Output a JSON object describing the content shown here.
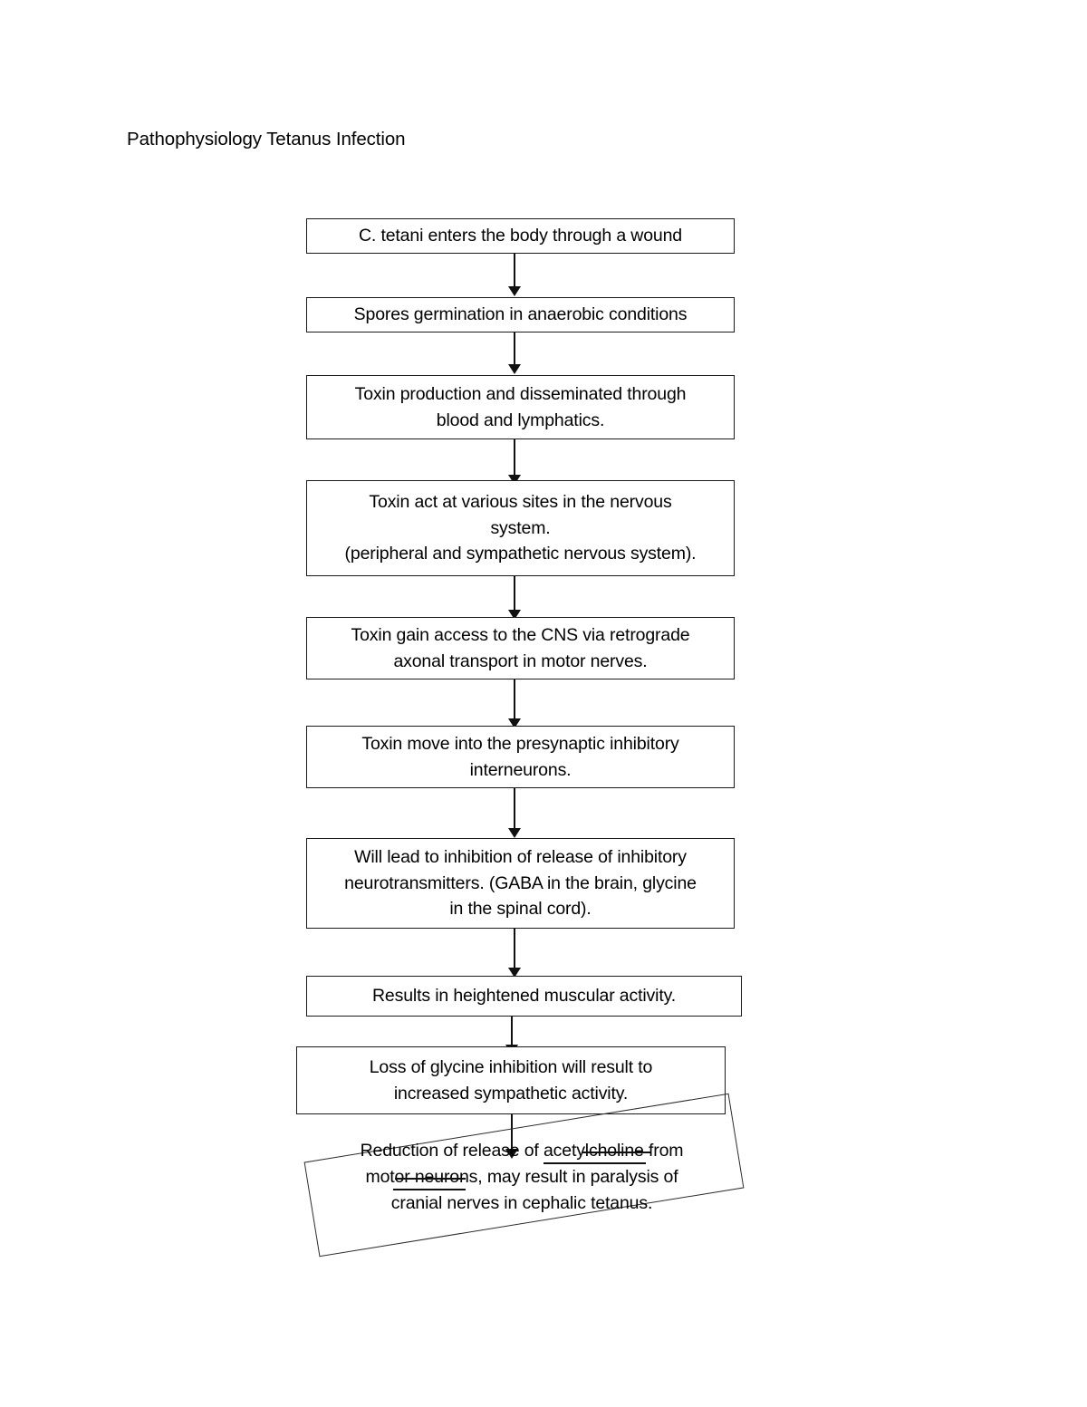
{
  "document": {
    "title": "Pathophysiology Tetanus Infection"
  },
  "chart_data": {
    "type": "flowchart",
    "title": "Pathophysiology Tetanus Infection",
    "orientation": "top-to-bottom",
    "node_count": 10,
    "connector_count": 9,
    "nodes": [
      {
        "id": "n1",
        "label": "C. tetani enters the body through a wound"
      },
      {
        "id": "n2",
        "label": "Spores germination in anaerobic conditions"
      },
      {
        "id": "n3",
        "label": "Toxin production and disseminated through\nblood and lymphatics."
      },
      {
        "id": "n4",
        "label": "Toxin act at various sites in the nervous\nsystem.\n(peripheral and sympathetic nervous system)."
      },
      {
        "id": "n5",
        "label": "Toxin gain access to the CNS via retrograde\naxonal transport in motor nerves."
      },
      {
        "id": "n6",
        "label": "Toxin move into the presynaptic inhibitory\ninterneurons."
      },
      {
        "id": "n7",
        "label": "Will lead to inhibition of release of inhibitory\nneurotransmitters. (GABA in the brain, glycine\nin the spinal cord)."
      },
      {
        "id": "n8",
        "label": "Results in heightened muscular activity."
      },
      {
        "id": "n9",
        "label": "Loss of glycine inhibition will result to\nincreased sympathetic activity."
      },
      {
        "id": "n10",
        "label": "Reduction of release of acetylcholine from\nmotor neurons, may result in paralysis of\ncranial nerves in cephalic tetanus."
      }
    ],
    "edges": [
      {
        "from": "n1",
        "to": "n2",
        "style": "arrow"
      },
      {
        "from": "n2",
        "to": "n3",
        "style": "arrow"
      },
      {
        "from": "n3",
        "to": "n4",
        "style": "arrow"
      },
      {
        "from": "n4",
        "to": "n5",
        "style": "arrow"
      },
      {
        "from": "n5",
        "to": "n6",
        "style": "arrow"
      },
      {
        "from": "n6",
        "to": "n7",
        "style": "arrow"
      },
      {
        "from": "n7",
        "to": "n8",
        "style": "arrow"
      },
      {
        "from": "n8",
        "to": "n9",
        "style": "arrow"
      },
      {
        "from": "n9",
        "to": "n10",
        "style": "arrow"
      }
    ],
    "notes": {
      "last_node_rotated": true,
      "last_node_rotation_deg": -9,
      "spellcheck_underlined_words": [
        "acetylcholine",
        "neurons"
      ]
    },
    "colors": {
      "background": "#ffffff",
      "box_border": "#1a1a1a",
      "text": "#000000",
      "connector": "#111111"
    }
  }
}
